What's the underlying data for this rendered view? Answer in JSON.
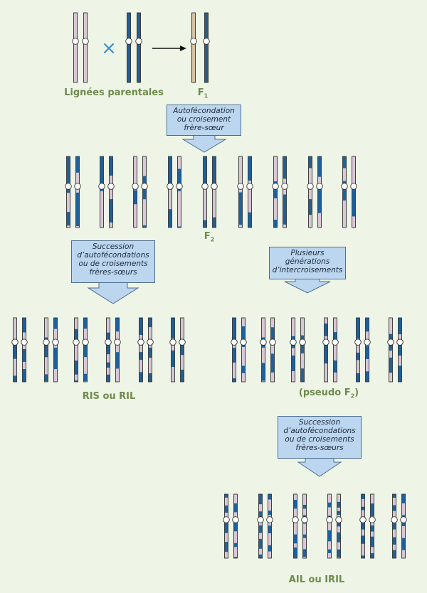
{
  "labels": {
    "parental": "Lignées parentales",
    "f1": "F",
    "f1_sub": "1",
    "f2": "F",
    "f2_sub": "2",
    "ris": "RIS ou RIL",
    "pseudo_prefix": "(pseudo F",
    "pseudo_sub": "2",
    "pseudo_suffix": ")",
    "ail": "AIL ou IRIL",
    "cross_symbol": "×"
  },
  "boxes": {
    "autofecondation": [
      "Autofécondation",
      "ou croisement",
      "frère-sœur"
    ],
    "succession_left": [
      "Succession",
      "d’autofécondations",
      "ou de croisements",
      "frères-sœurs"
    ],
    "plusieurs": [
      "Plusieurs",
      "générations",
      "d’intercroisements"
    ],
    "succession_right": [
      "Succession",
      "d’autofécondations",
      "ou de croisements",
      "frères-sœurs"
    ]
  },
  "colors": {
    "background": "#eef5e6",
    "blue_chromosome": "#1f5f9a",
    "pink_chromosome": "#d8c7d6",
    "f1_tan_chromosome": "#d4c4a6",
    "box_fill": "#bcd6ef",
    "label_green": "#6e8a4e",
    "cross_color": "#3b8fd3"
  }
}
